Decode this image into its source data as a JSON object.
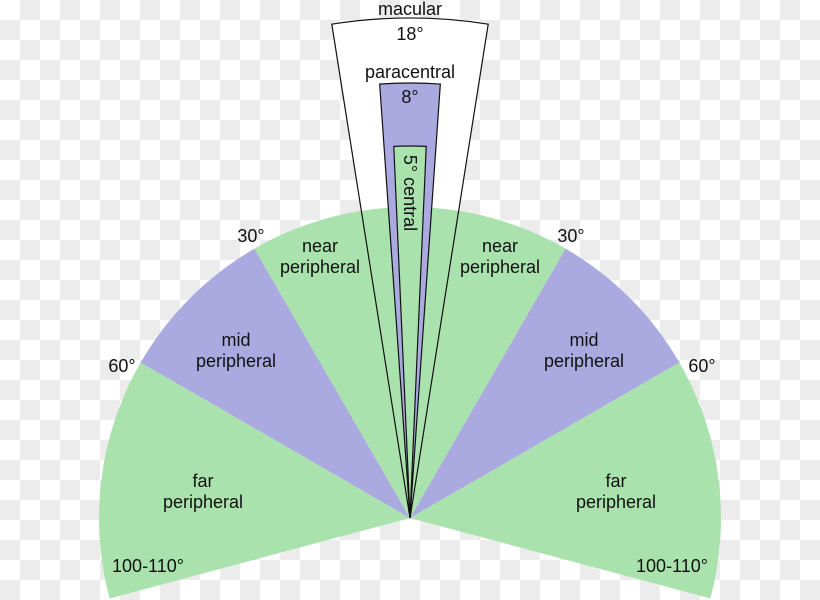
{
  "colors": {
    "green": "#aae2ad",
    "purple": "#abaae0",
    "outline": "#111111",
    "macular_fill": "#ffffff"
  },
  "zones": {
    "far": {
      "half_angle_deg": 105,
      "label_line1": "far",
      "label_line2": "peripheral",
      "angle_label": "100-110°"
    },
    "mid": {
      "half_angle_deg": 60,
      "label_line1": "mid",
      "label_line2": "peripheral",
      "angle_label": "60°"
    },
    "near": {
      "half_angle_deg": 30,
      "label_line1": "near",
      "label_line2": "peripheral",
      "angle_label": "30°"
    },
    "macular": {
      "total_angle_deg": 18,
      "label": "macular",
      "angle_label": "18°"
    },
    "paracentral": {
      "total_angle_deg": 8,
      "label": "paracentral",
      "angle_label": "8°"
    },
    "central": {
      "total_angle_deg": 5,
      "label": "5° central"
    }
  }
}
